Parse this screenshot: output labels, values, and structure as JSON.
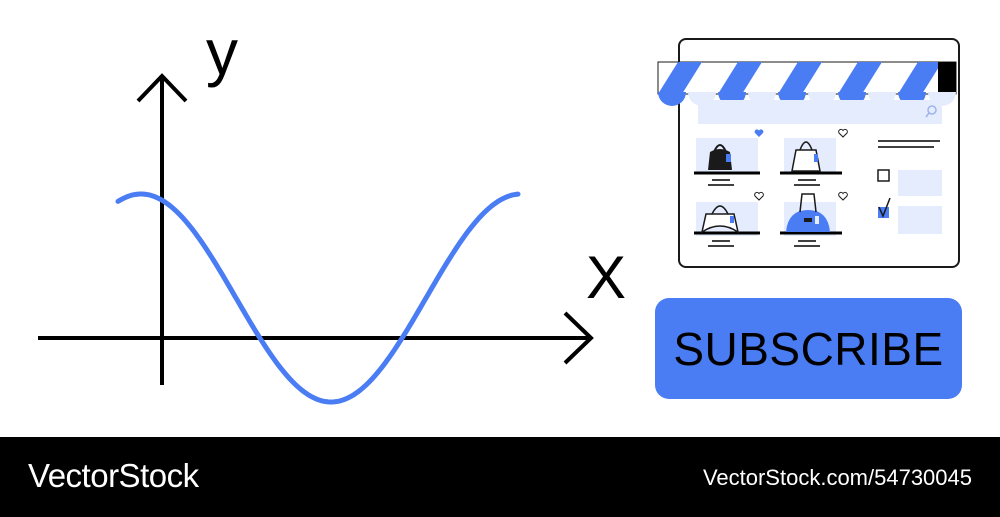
{
  "illustration": {
    "graph": {
      "x_axis_label": "X",
      "y_axis_label": "y",
      "curve": "sine-wave"
    },
    "shop_window": {
      "icons": [
        "search-icon",
        "heart-icon",
        "handbag-icon",
        "checkbox-icon"
      ],
      "products": [
        {
          "favorited": true
        },
        {
          "favorited": false
        },
        {
          "favorited": false
        },
        {
          "favorited": false
        }
      ],
      "filters": [
        {
          "checked": false
        },
        {
          "checked": true
        }
      ]
    },
    "subscribe_button": {
      "label": "SUBSCRIBE"
    }
  },
  "footer": {
    "brand": "VectorStock",
    "stock_id": "VectorStock.com/54730045"
  },
  "colors": {
    "accent": "#4a7cf3",
    "light_panel": "#e4ecfd",
    "outline": "#1a1a1a",
    "footer_bg": "#000000"
  }
}
